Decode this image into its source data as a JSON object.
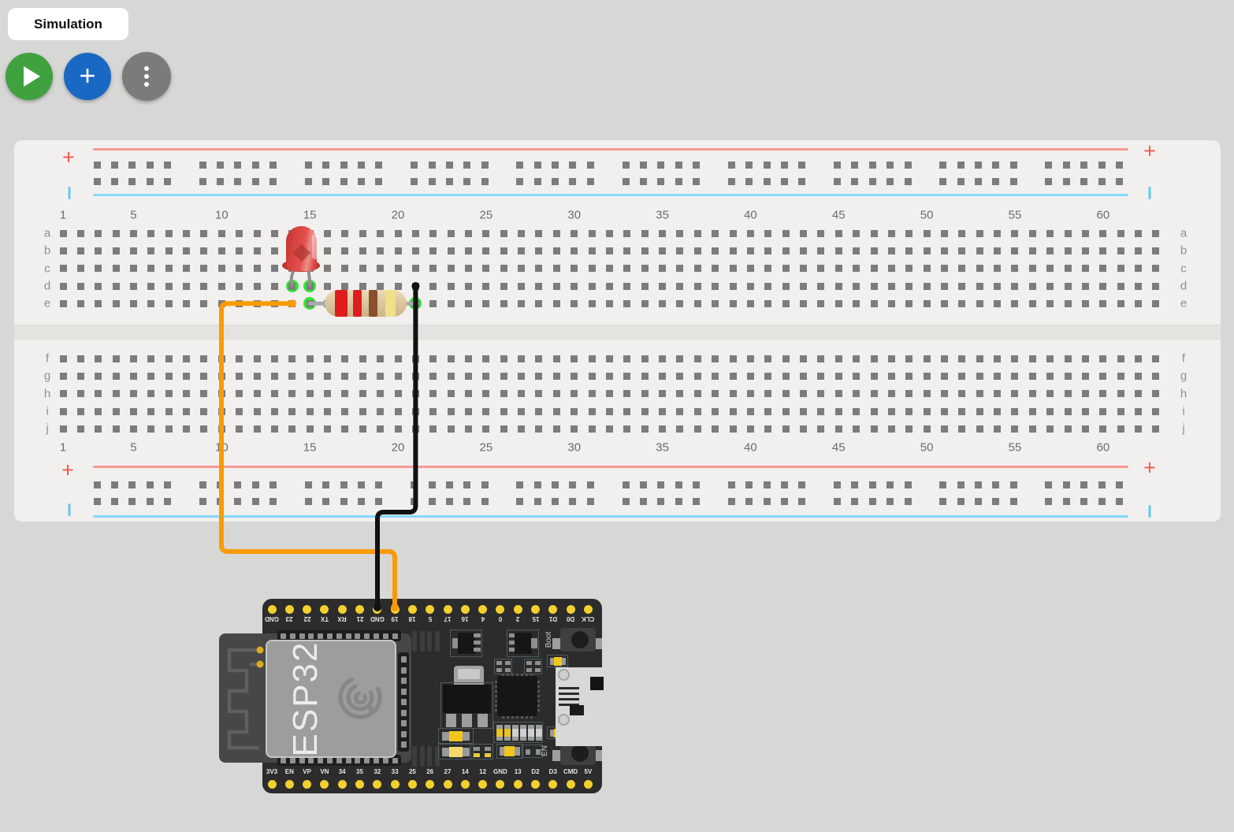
{
  "tab": {
    "label": "Simulation"
  },
  "toolbar": {
    "add_glyph": "+",
    "buttons": [
      {
        "name": "play",
        "color": "#3fa23f"
      },
      {
        "name": "add-part",
        "color": "#1868c4"
      },
      {
        "name": "menu",
        "color": "#7b7b7b"
      }
    ]
  },
  "breadboard": {
    "column_count": 63,
    "numbers": [
      "1",
      "5",
      "10",
      "15",
      "20",
      "25",
      "30",
      "35",
      "40",
      "45",
      "50",
      "55",
      "60"
    ],
    "row_letters_top": [
      "a",
      "b",
      "c",
      "d",
      "e"
    ],
    "row_letters_bottom": [
      "f",
      "g",
      "h",
      "i",
      "j"
    ],
    "rail": {
      "plus": "+",
      "groups": 10,
      "holes_per_group": 5
    },
    "colors": {
      "board": "#f1f0ee",
      "hole": "#7c7c7c",
      "rail_red_line": "#f59a93",
      "rail_blue_line": "#86d8f8",
      "plus_mark": "#ef5b4e",
      "connection_highlight": "#2ee62e"
    }
  },
  "components": {
    "led": {
      "type": "LED",
      "color": "red",
      "connections": [
        "d14",
        "d15"
      ]
    },
    "resistor": {
      "type": "resistor",
      "bands": [
        "#df1d1d",
        "#df1d1d",
        "#8a4f2c",
        "#efe089"
      ],
      "connections": [
        "e15",
        "e21"
      ]
    },
    "wires": [
      {
        "color": "#f99b05",
        "from": "e14",
        "to": "ESP32 pin 19"
      },
      {
        "color": "#111111",
        "from": "d21",
        "to": "ESP32 pin GND"
      }
    ]
  },
  "esp32": {
    "chip_label": "ESP32",
    "top_pins": [
      "GND",
      "23",
      "22",
      "TX",
      "RX",
      "21",
      "GND",
      "19",
      "18",
      "5",
      "17",
      "16",
      "4",
      "0",
      "2",
      "15",
      "D1",
      "D0",
      "CLK"
    ],
    "bottom_pins": [
      "3V3",
      "EN",
      "VP",
      "VN",
      "34",
      "35",
      "32",
      "33",
      "25",
      "26",
      "27",
      "14",
      "12",
      "GND",
      "13",
      "D2",
      "D3",
      "CMD",
      "5V"
    ],
    "buttons": {
      "boot": "Boot",
      "en": "EN"
    }
  }
}
